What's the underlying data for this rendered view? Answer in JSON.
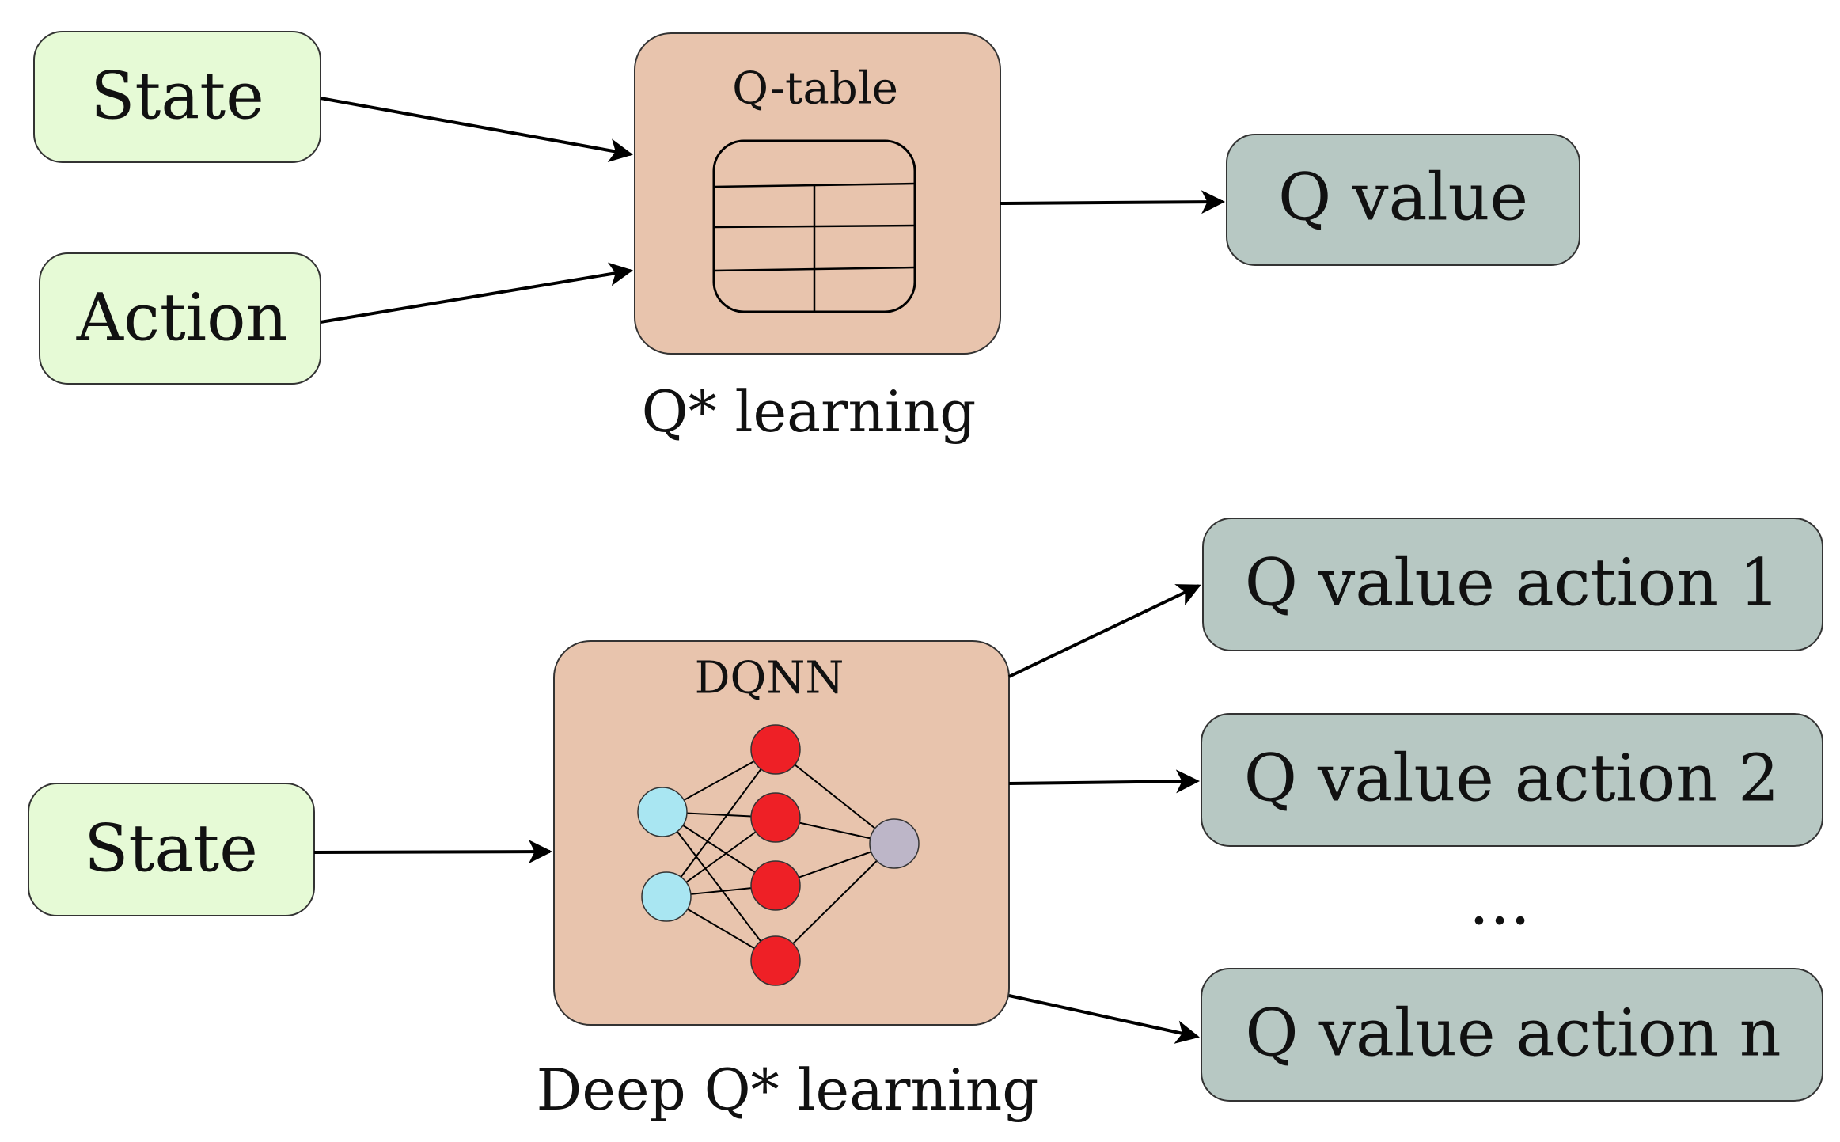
{
  "q_learning": {
    "inputs": [
      "State",
      "Action"
    ],
    "processor_title": "Q-table",
    "output": "Q value",
    "caption": "Q* learning"
  },
  "deep_q_learning": {
    "input": "State",
    "processor_title": "DQNN",
    "outputs": [
      "Q value action 1",
      "Q value action 2",
      "Q value action n"
    ],
    "ellipsis": "...",
    "caption": "Deep Q* learning"
  },
  "colors": {
    "input_fill": "#e6fad6",
    "processor_fill": "#e8c4ad",
    "output_fill": "#b7c8c3",
    "net_input_node": "#a9e6f2",
    "net_hidden_node": "#ee2026",
    "net_output_node": "#bdb6c8"
  }
}
